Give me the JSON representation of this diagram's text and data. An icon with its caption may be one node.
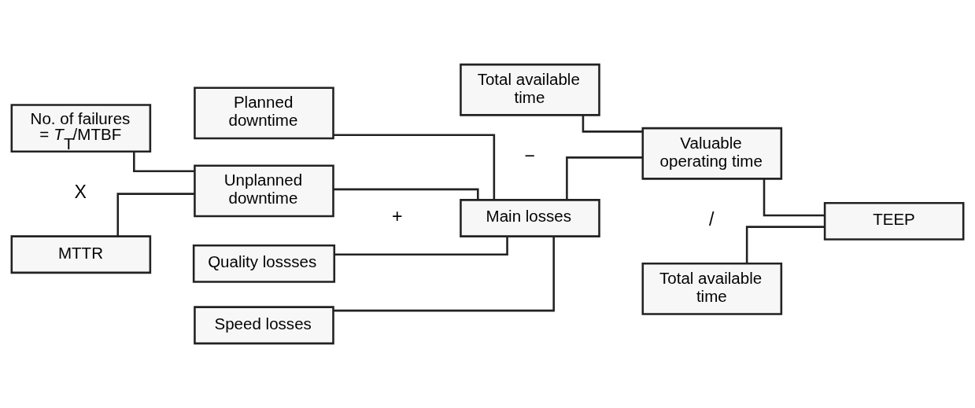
{
  "diagram": {
    "nodes": [
      {
        "text": [
          "No. of failures = *T*$_{T}$/MTBF"
        ]
      },
      {
        "text": [
          "MTTR"
        ]
      },
      {
        "text": [
          "Planned downtime"
        ]
      },
      {
        "text": [
          "Unplanned downtime"
        ]
      },
      {
        "text": [
          "Quality lossses"
        ]
      },
      {
        "text": [
          "Speed losses"
        ]
      },
      {
        "text": [
          "Total available time"
        ]
      },
      {
        "text": [
          "Main losses"
        ]
      },
      {
        "text": [
          "Valuable operating time"
        ]
      },
      {
        "text": [
          "Total available time"
        ]
      },
      {
        "text": [
          "TEEP"
        ]
      }
    ],
    "edges": [
      {
        "from": 0,
        "to": 3,
        "arrow": "none"
      },
      {
        "from": 1,
        "to": 3,
        "arrow": "none"
      },
      {
        "from": 2,
        "to": 7,
        "arrow": "none"
      },
      {
        "from": 3,
        "to": 7,
        "arrow": "none"
      },
      {
        "from": 4,
        "to": 7,
        "arrow": "none"
      },
      {
        "from": 5,
        "to": 7,
        "arrow": "none"
      },
      {
        "from": 6,
        "to": 8,
        "arrow": "none"
      },
      {
        "from": 7,
        "to": 8,
        "arrow": "none"
      },
      {
        "from": 8,
        "to": 10,
        "arrow": "none"
      },
      {
        "from": 9,
        "to": 10,
        "arrow": "none"
      }
    ],
    "labels": [
      "X",
      "+",
      "−",
      "/"
    ]
  }
}
